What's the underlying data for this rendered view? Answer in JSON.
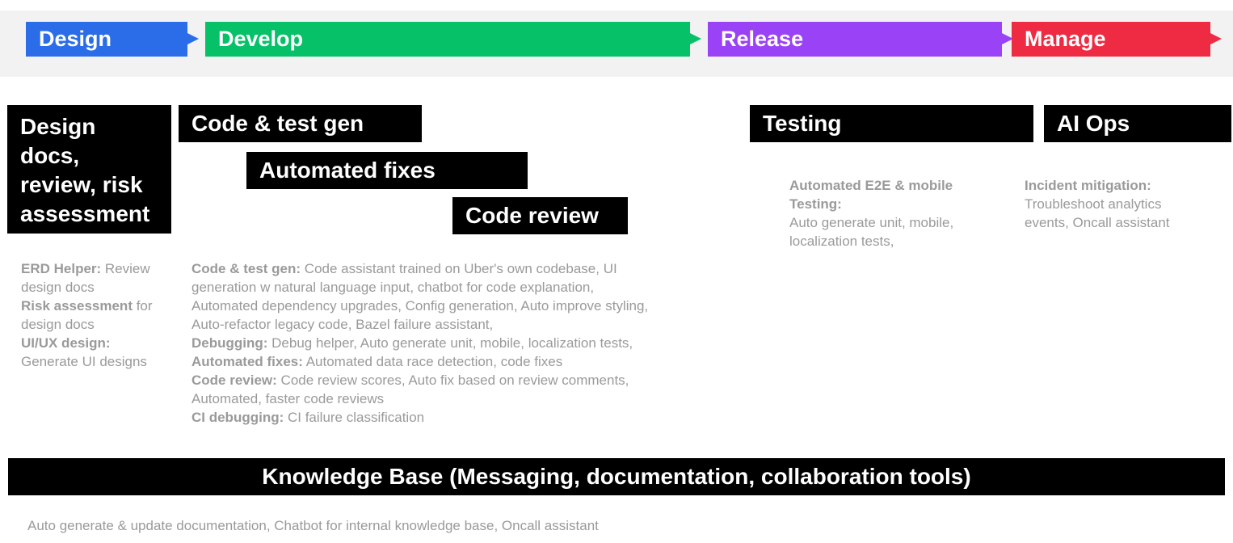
{
  "phases": [
    {
      "label": "Design",
      "color": "#2b6de8"
    },
    {
      "label": "Develop",
      "color": "#06c167"
    },
    {
      "label": "Release",
      "color": "#9a42f5"
    },
    {
      "label": "Manage",
      "color": "#ee2b42"
    }
  ],
  "blocks": {
    "design_docs": [
      "Design",
      "docs,",
      "review, risk",
      "assessment"
    ],
    "code_test_gen": "Code & test gen",
    "automated_fixes": "Automated fixes",
    "code_review": "Code review",
    "testing": "Testing",
    "ai_ops": "AI Ops",
    "knowledge_base": "Knowledge Base (Messaging, documentation, collaboration tools)"
  },
  "design_desc": {
    "erd_label": "ERD Helper:",
    "erd_text": " Review",
    "erd_text2": "design docs",
    "risk_label": "Risk assessment",
    "risk_text": " for",
    "risk_text2": "design docs",
    "uiux_label": "UI/UX design:",
    "uiux_text": "Generate UI designs"
  },
  "develop_desc": {
    "codegen_label": "Code & test gen:",
    "codegen_l1": " Code assistant trained on Uber's own codebase, UI",
    "codegen_l2": "generation w natural language input, chatbot for code explanation,",
    "codegen_l3": "Automated dependency upgrades, Config generation, Auto improve styling,",
    "codegen_l4": "Auto-refactor legacy code, Bazel failure assistant,",
    "debug_label": "Debugging:",
    "debug_text": " Debug helper, Auto generate unit, mobile, localization tests,",
    "fixes_label": "Automated fixes:",
    "fixes_text": " Automated data race detection, code fixes",
    "review_label": "Code review:",
    "review_l1": " Code review scores, Auto fix based on review comments,",
    "review_l2": "Automated, faster code reviews",
    "ci_label": "CI debugging:",
    "ci_text": " CI failure classification"
  },
  "testing_desc": {
    "label_l1": "Automated E2E & mobile",
    "label_l2": "Testing:",
    "text_l1": "Auto generate unit, mobile,",
    "text_l2": "localization tests,"
  },
  "aiops_desc": {
    "label": "Incident mitigation:",
    "text_l1": "Troubleshoot analytics",
    "text_l2": "events, Oncall assistant"
  },
  "kb_desc": "Auto generate & update documentation, Chatbot for internal knowledge base, Oncall assistant"
}
